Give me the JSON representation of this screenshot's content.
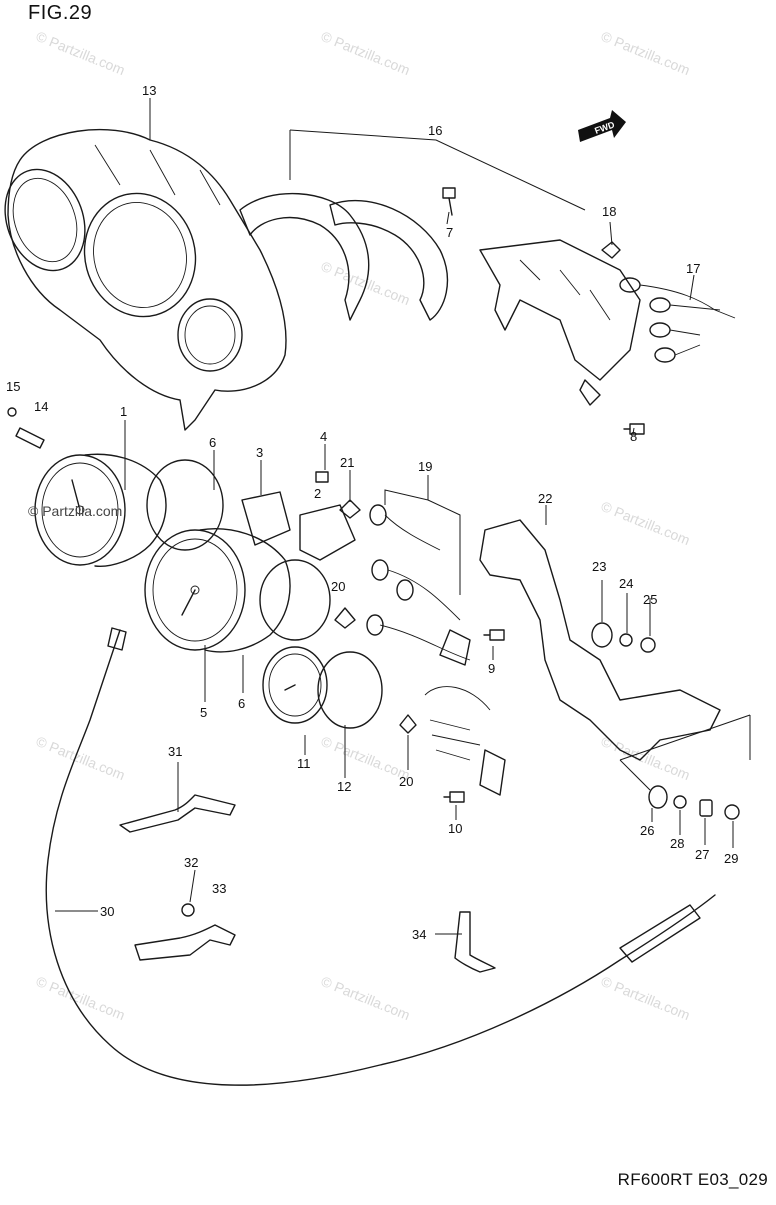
{
  "figure": {
    "title": "FIG.29",
    "drawing_code": "RF600RT E03_029",
    "direction_badge": "FWD",
    "watermark_text": "© Partzilla.com",
    "overlay_watermark": "© Partzilla.com"
  },
  "callouts": [
    {
      "key": "c13",
      "label": "13"
    },
    {
      "key": "c16",
      "label": "16"
    },
    {
      "key": "c18",
      "label": "18"
    },
    {
      "key": "c7",
      "label": "7"
    },
    {
      "key": "c17",
      "label": "17"
    },
    {
      "key": "c8",
      "label": "8"
    },
    {
      "key": "c15",
      "label": "15"
    },
    {
      "key": "c14",
      "label": "14"
    },
    {
      "key": "c1",
      "label": "1"
    },
    {
      "key": "c6a",
      "label": "6"
    },
    {
      "key": "c3",
      "label": "3"
    },
    {
      "key": "c4",
      "label": "4"
    },
    {
      "key": "c21",
      "label": "21"
    },
    {
      "key": "c2",
      "label": "2"
    },
    {
      "key": "c19",
      "label": "19"
    },
    {
      "key": "c22",
      "label": "22"
    },
    {
      "key": "c23",
      "label": "23"
    },
    {
      "key": "c24",
      "label": "24"
    },
    {
      "key": "c25",
      "label": "25"
    },
    {
      "key": "c20a",
      "label": "20"
    },
    {
      "key": "c9",
      "label": "9"
    },
    {
      "key": "c5",
      "label": "5"
    },
    {
      "key": "c6b",
      "label": "6"
    },
    {
      "key": "c11",
      "label": "11"
    },
    {
      "key": "c12",
      "label": "12"
    },
    {
      "key": "c20b",
      "label": "20"
    },
    {
      "key": "c10",
      "label": "10"
    },
    {
      "key": "c31",
      "label": "31"
    },
    {
      "key": "c26",
      "label": "26"
    },
    {
      "key": "c28",
      "label": "28"
    },
    {
      "key": "c27",
      "label": "27"
    },
    {
      "key": "c29",
      "label": "29"
    },
    {
      "key": "c32",
      "label": "32"
    },
    {
      "key": "c33",
      "label": "33"
    },
    {
      "key": "c30",
      "label": "30"
    },
    {
      "key": "c34",
      "label": "34"
    }
  ]
}
